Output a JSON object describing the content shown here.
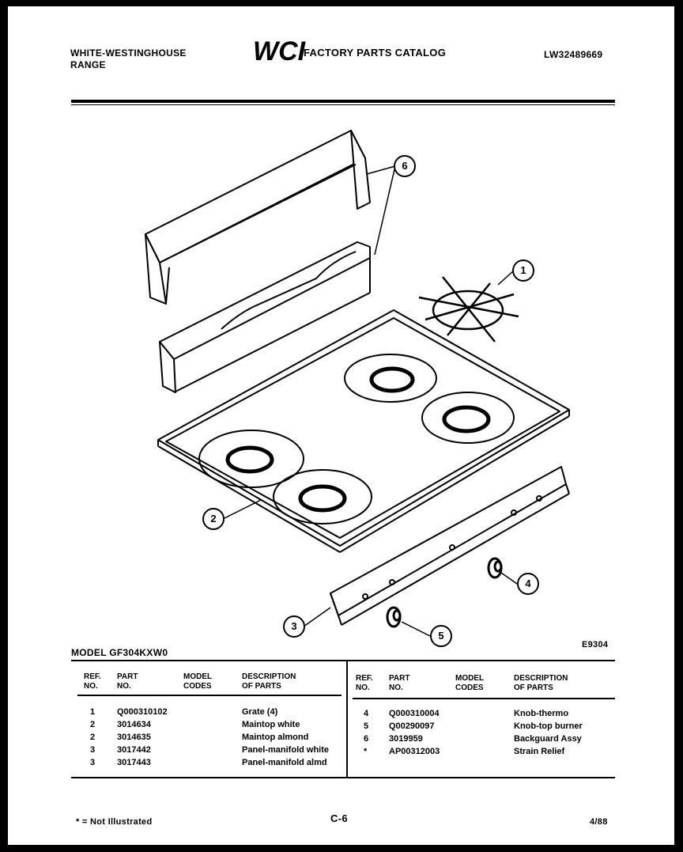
{
  "header": {
    "brand_line1": "WHITE-WESTINGHOUSE",
    "brand_line2": "RANGE",
    "logo": "WCI",
    "catalog_title": "FACTORY PARTS CATALOG",
    "catalog_number": "LW32489669"
  },
  "diagram": {
    "callouts": [
      "1",
      "2",
      "3",
      "4",
      "5",
      "6"
    ],
    "figure_code": "E9304"
  },
  "model": "MODEL GF304KXW0",
  "table": {
    "headers": {
      "ref": [
        "REF.",
        "NO."
      ],
      "part": [
        "PART",
        "NO."
      ],
      "model": [
        "MODEL",
        "CODES"
      ],
      "desc": [
        "DESCRIPTION",
        "OF PARTS"
      ]
    },
    "left_rows": [
      {
        "ref": "1",
        "part": "Q000310102",
        "codes": "",
        "desc": "Grate (4)"
      },
      {
        "ref": "2",
        "part": "3014634",
        "codes": "",
        "desc": "Maintop white"
      },
      {
        "ref": "2",
        "part": "3014635",
        "codes": "",
        "desc": "Maintop almond"
      },
      {
        "ref": "3",
        "part": "3017442",
        "codes": "",
        "desc": "Panel-manifold white"
      },
      {
        "ref": "3",
        "part": "3017443",
        "codes": "",
        "desc": "Panel-manifold almd"
      }
    ],
    "right_rows": [
      {
        "ref": "4",
        "part": "Q000310004",
        "codes": "",
        "desc": "Knob-thermo"
      },
      {
        "ref": "5",
        "part": "Q00290097",
        "codes": "",
        "desc": "Knob-top burner"
      },
      {
        "ref": "6",
        "part": "3019959",
        "codes": "",
        "desc": "Backguard Assy"
      },
      {
        "ref": "*",
        "part": "AP00312003",
        "codes": "",
        "desc": "Strain Relief"
      }
    ]
  },
  "footer": {
    "note": "* = Not Illustrated",
    "page": "C-6",
    "date": "4/88"
  }
}
